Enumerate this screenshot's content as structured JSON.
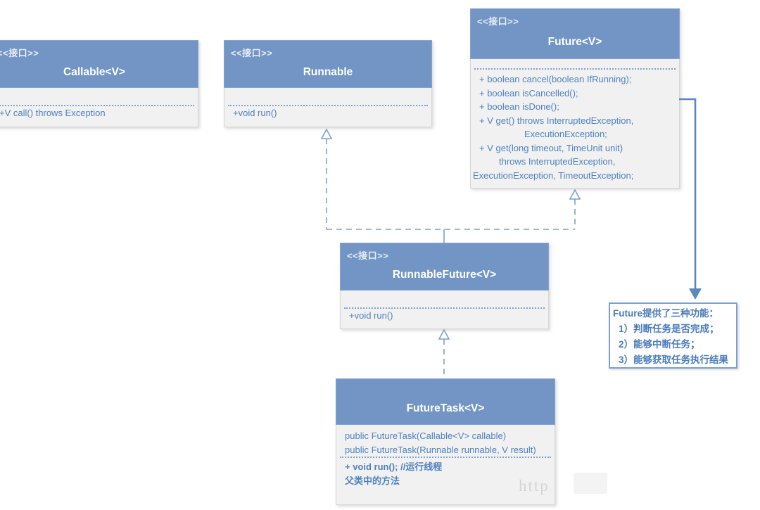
{
  "diagram": {
    "classes": {
      "callable": {
        "stereotype": "<<接口>>",
        "title": "Callable<V>",
        "methods": [
          "+V call() throws Exception"
        ]
      },
      "runnable": {
        "stereotype": "<<接口>>",
        "title": "Runnable",
        "methods": [
          "+void run()"
        ]
      },
      "future": {
        "stereotype": "<<接口>>",
        "title": "Future<V>",
        "methods": [
          "+ boolean cancel(boolean IfRunning);",
          "+ boolean isCancelled();",
          "+ boolean isDone();",
          "+ V get() throws InterruptedException,",
          "ExecutionException;",
          "+ V get(long timeout, TimeUnit unit)",
          "throws InterruptedException,",
          "ExecutionException, TimeoutException;"
        ]
      },
      "runnable_future": {
        "stereotype": "<<接口>>",
        "title": "RunnableFuture<V>",
        "methods": [
          "+void run()"
        ]
      },
      "future_task": {
        "title": "FutureTask<V>",
        "constructors": [
          "public FutureTask(Callable<V> callable)",
          "public FutureTask(Runnable runnable, V result)"
        ],
        "methods": [
          "+ void run(); //运行线程",
          "父类中的方法"
        ]
      }
    },
    "note": {
      "title": "Future提供了三种功能：",
      "items": [
        "1）判断任务是否完成；",
        "2）能够中断任务；",
        "3）能够获取任务执行结果"
      ]
    },
    "watermark": "http",
    "colors": {
      "header_blue": "#7295C5",
      "body_background": "#F1F1F2",
      "body_text_blue": "#4F81BD",
      "connector_blue": "#7DA0CC",
      "arrow_blue": "#5B87C0"
    }
  }
}
